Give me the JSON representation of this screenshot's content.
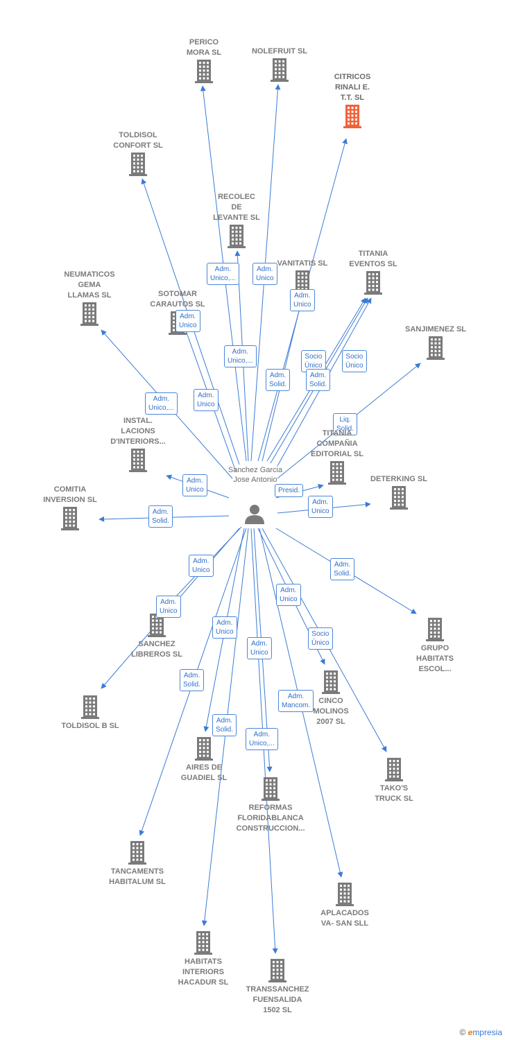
{
  "center": {
    "name": "Sanchez Garcia Jose Antonio",
    "icon": "person-icon"
  },
  "colors": {
    "edge": "#3a7bd5",
    "building": "#7a7a7a",
    "highlight": "#f0623a"
  },
  "nodes": [
    {
      "id": "perico",
      "label": "PERICO MORA SL"
    },
    {
      "id": "nolefruit",
      "label": "NOLEFRUIT SL"
    },
    {
      "id": "citricos",
      "label": "CITRICOS RINALI E. T.T. SL",
      "highlight": true
    },
    {
      "id": "toldisol_confort",
      "label": "TOLDISOL CONFORT SL"
    },
    {
      "id": "recolec",
      "label": "RECOLEC DE LEVANTE SL"
    },
    {
      "id": "vanitatis",
      "label": "VANITATIS SL"
    },
    {
      "id": "titania_eventos",
      "label": "TITANIA EVENTOS SL"
    },
    {
      "id": "neumaticos",
      "label": "NEUMATICOS GEMA LLAMAS SL"
    },
    {
      "id": "sotomar",
      "label": "SOTOMAR CARAUTOS SL"
    },
    {
      "id": "sanjimenez",
      "label": "SANJIMENEZ SL"
    },
    {
      "id": "instal",
      "label": "INSTAL. LACIONS D'INTERIORS..."
    },
    {
      "id": "titania_compania",
      "label": "TITANIA COMPAÑIA EDITORIAL SL"
    },
    {
      "id": "comitia",
      "label": "COMITIA INVERSION SL"
    },
    {
      "id": "deterking",
      "label": "DETERKING SL"
    },
    {
      "id": "sanchez_libreros",
      "label": "SANCHEZ LIBREROS SL"
    },
    {
      "id": "grupo_habitats",
      "label": "GRUPO HABITATS ESCOL..."
    },
    {
      "id": "toldisol_b",
      "label": "TOLDISOL B SL"
    },
    {
      "id": "cinco_molinos",
      "label": "CINCO MOLINOS 2007 SL"
    },
    {
      "id": "aires",
      "label": "AIRES DE GUADIEL SL"
    },
    {
      "id": "takos",
      "label": "TAKO'S TRUCK SL"
    },
    {
      "id": "reformas",
      "label": "REFORMAS FLORIDABLANCA CONSTRUCCION..."
    },
    {
      "id": "tancaments",
      "label": "TANCAMENTS HABITALUM SL"
    },
    {
      "id": "aplacados",
      "label": "APLACADOS VA- SAN SLL"
    },
    {
      "id": "habitats_hacadur",
      "label": "HABITATS INTERIORS HACADUR SL"
    },
    {
      "id": "transsanchez",
      "label": "TRANSSANCHEZ FUENSALIDA 1502 SL"
    }
  ],
  "edges": [
    {
      "to": "perico",
      "role": "Adm. Unico,..."
    },
    {
      "to": "nolefruit",
      "role": "Adm. Unico"
    },
    {
      "to": "citricos",
      "role": "Adm. Unico"
    },
    {
      "to": "toldisol_confort",
      "role": "Adm. Unico"
    },
    {
      "to": "recolec",
      "role": "Adm. Unico,..."
    },
    {
      "to": "vanitatis",
      "role": "Adm. Solid."
    },
    {
      "to": "titania_eventos",
      "role": "Socio Único"
    },
    {
      "to": "titania_eventos",
      "role": "Adm. Solid."
    },
    {
      "to": "titania_eventos",
      "role": "Socio Único"
    },
    {
      "to": "neumaticos",
      "role": "Adm. Unico,..."
    },
    {
      "to": "sotomar",
      "role": "Adm. Unico"
    },
    {
      "to": "sanjimenez",
      "role": "Liq. Solid."
    },
    {
      "to": "instal",
      "role": "Adm. Unico"
    },
    {
      "to": "titania_compania",
      "role": "Presid."
    },
    {
      "to": "comitia",
      "role": "Adm. Solid."
    },
    {
      "to": "deterking",
      "role": "Adm. Unico"
    },
    {
      "to": "sanchez_libreros",
      "role": "Adm. Unico"
    },
    {
      "to": "toldisol_b",
      "role": "Adm. Unico"
    },
    {
      "to": "grupo_habitats",
      "role": "Adm. Solid."
    },
    {
      "to": "cinco_molinos",
      "role": "Adm. Unico"
    },
    {
      "to": "takos",
      "role": "Socio Único"
    },
    {
      "to": "aires",
      "role": "Adm. Unico"
    },
    {
      "to": "reformas",
      "role": "Adm. Unico"
    },
    {
      "to": "tancaments",
      "role": "Adm. Solid."
    },
    {
      "to": "habitats_hacadur",
      "role": "Adm. Solid."
    },
    {
      "to": "transsanchez",
      "role": "Adm. Unico,..."
    },
    {
      "to": "aplacados",
      "role": "Adm. Mancom."
    }
  ],
  "brand": {
    "symbol": "©",
    "initial": "e",
    "rest": "mpresia"
  }
}
